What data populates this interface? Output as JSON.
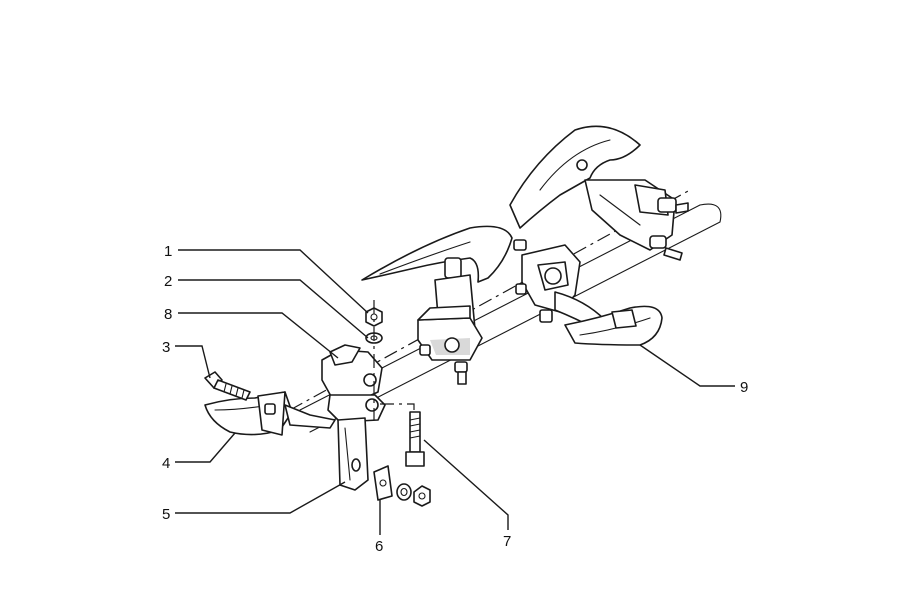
{
  "diagram": {
    "callouts": [
      {
        "id": "c1",
        "label": "1"
      },
      {
        "id": "c2",
        "label": "2"
      },
      {
        "id": "c3",
        "label": "3"
      },
      {
        "id": "c4",
        "label": "4"
      },
      {
        "id": "c5",
        "label": "5"
      },
      {
        "id": "c6",
        "label": "6"
      },
      {
        "id": "c7",
        "label": "7"
      },
      {
        "id": "c8",
        "label": "8"
      },
      {
        "id": "c9",
        "label": "9"
      }
    ]
  },
  "colors": {
    "line": "#1a1a1a",
    "background": "#ffffff"
  }
}
